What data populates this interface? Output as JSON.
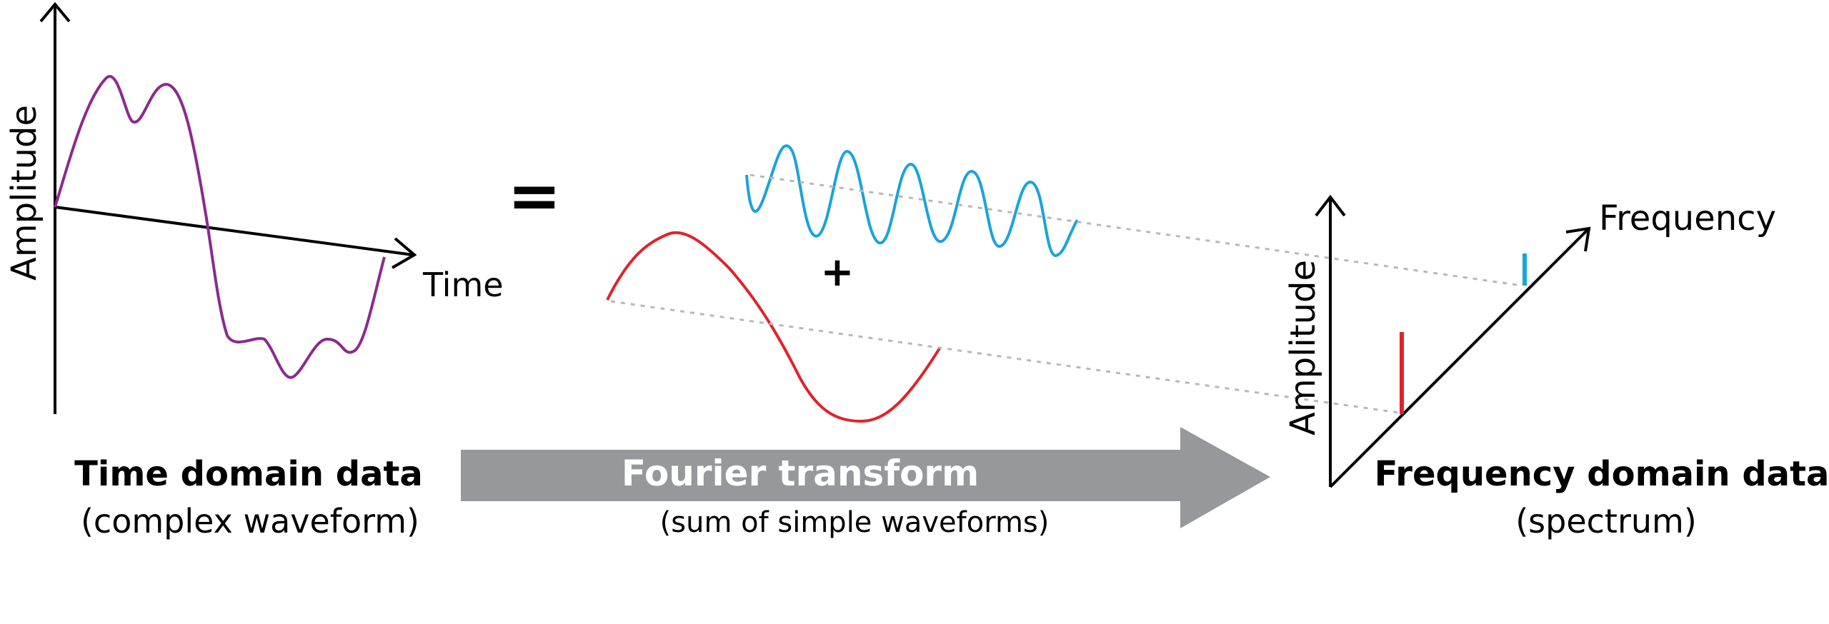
{
  "time_panel": {
    "y_axis_label": "Amplitude",
    "x_axis_label": "Time",
    "title": "Time domain data",
    "subtitle": "(complex waveform)"
  },
  "equals_sign": "=",
  "plus_sign": "+",
  "transform": {
    "label": "Fourier transform",
    "sublabel": "(sum of simple waveforms)"
  },
  "frequency_panel": {
    "y_axis_label": "Amplitude",
    "x_axis_label": "Frequency",
    "title": "Frequency domain data",
    "subtitle": "(spectrum)"
  },
  "colors": {
    "complex_wave": "#8b2a8e",
    "low_frequency_wave": "#e0232b",
    "high_frequency_wave": "#1aa3dc",
    "arrow_fill": "#97989c",
    "guide_line": "#b8b8b8",
    "axis": "#000000"
  }
}
